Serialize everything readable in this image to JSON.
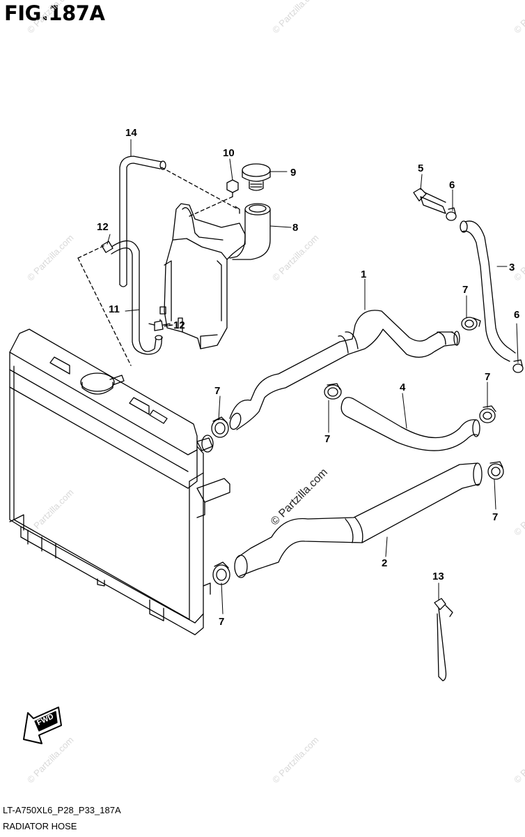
{
  "figure": {
    "title": "FIG.187A",
    "code": "LT-A750XL6_P28_P33_187A",
    "caption": "RADIATOR HOSE"
  },
  "watermark": "© Partzilla.com",
  "direction_badge": "FWD",
  "callouts": [
    "1",
    "2",
    "3",
    "4",
    "5",
    "6",
    "6",
    "7",
    "7",
    "7",
    "7",
    "7",
    "7",
    "8",
    "9",
    "10",
    "11",
    "12",
    "12",
    "13",
    "14"
  ]
}
